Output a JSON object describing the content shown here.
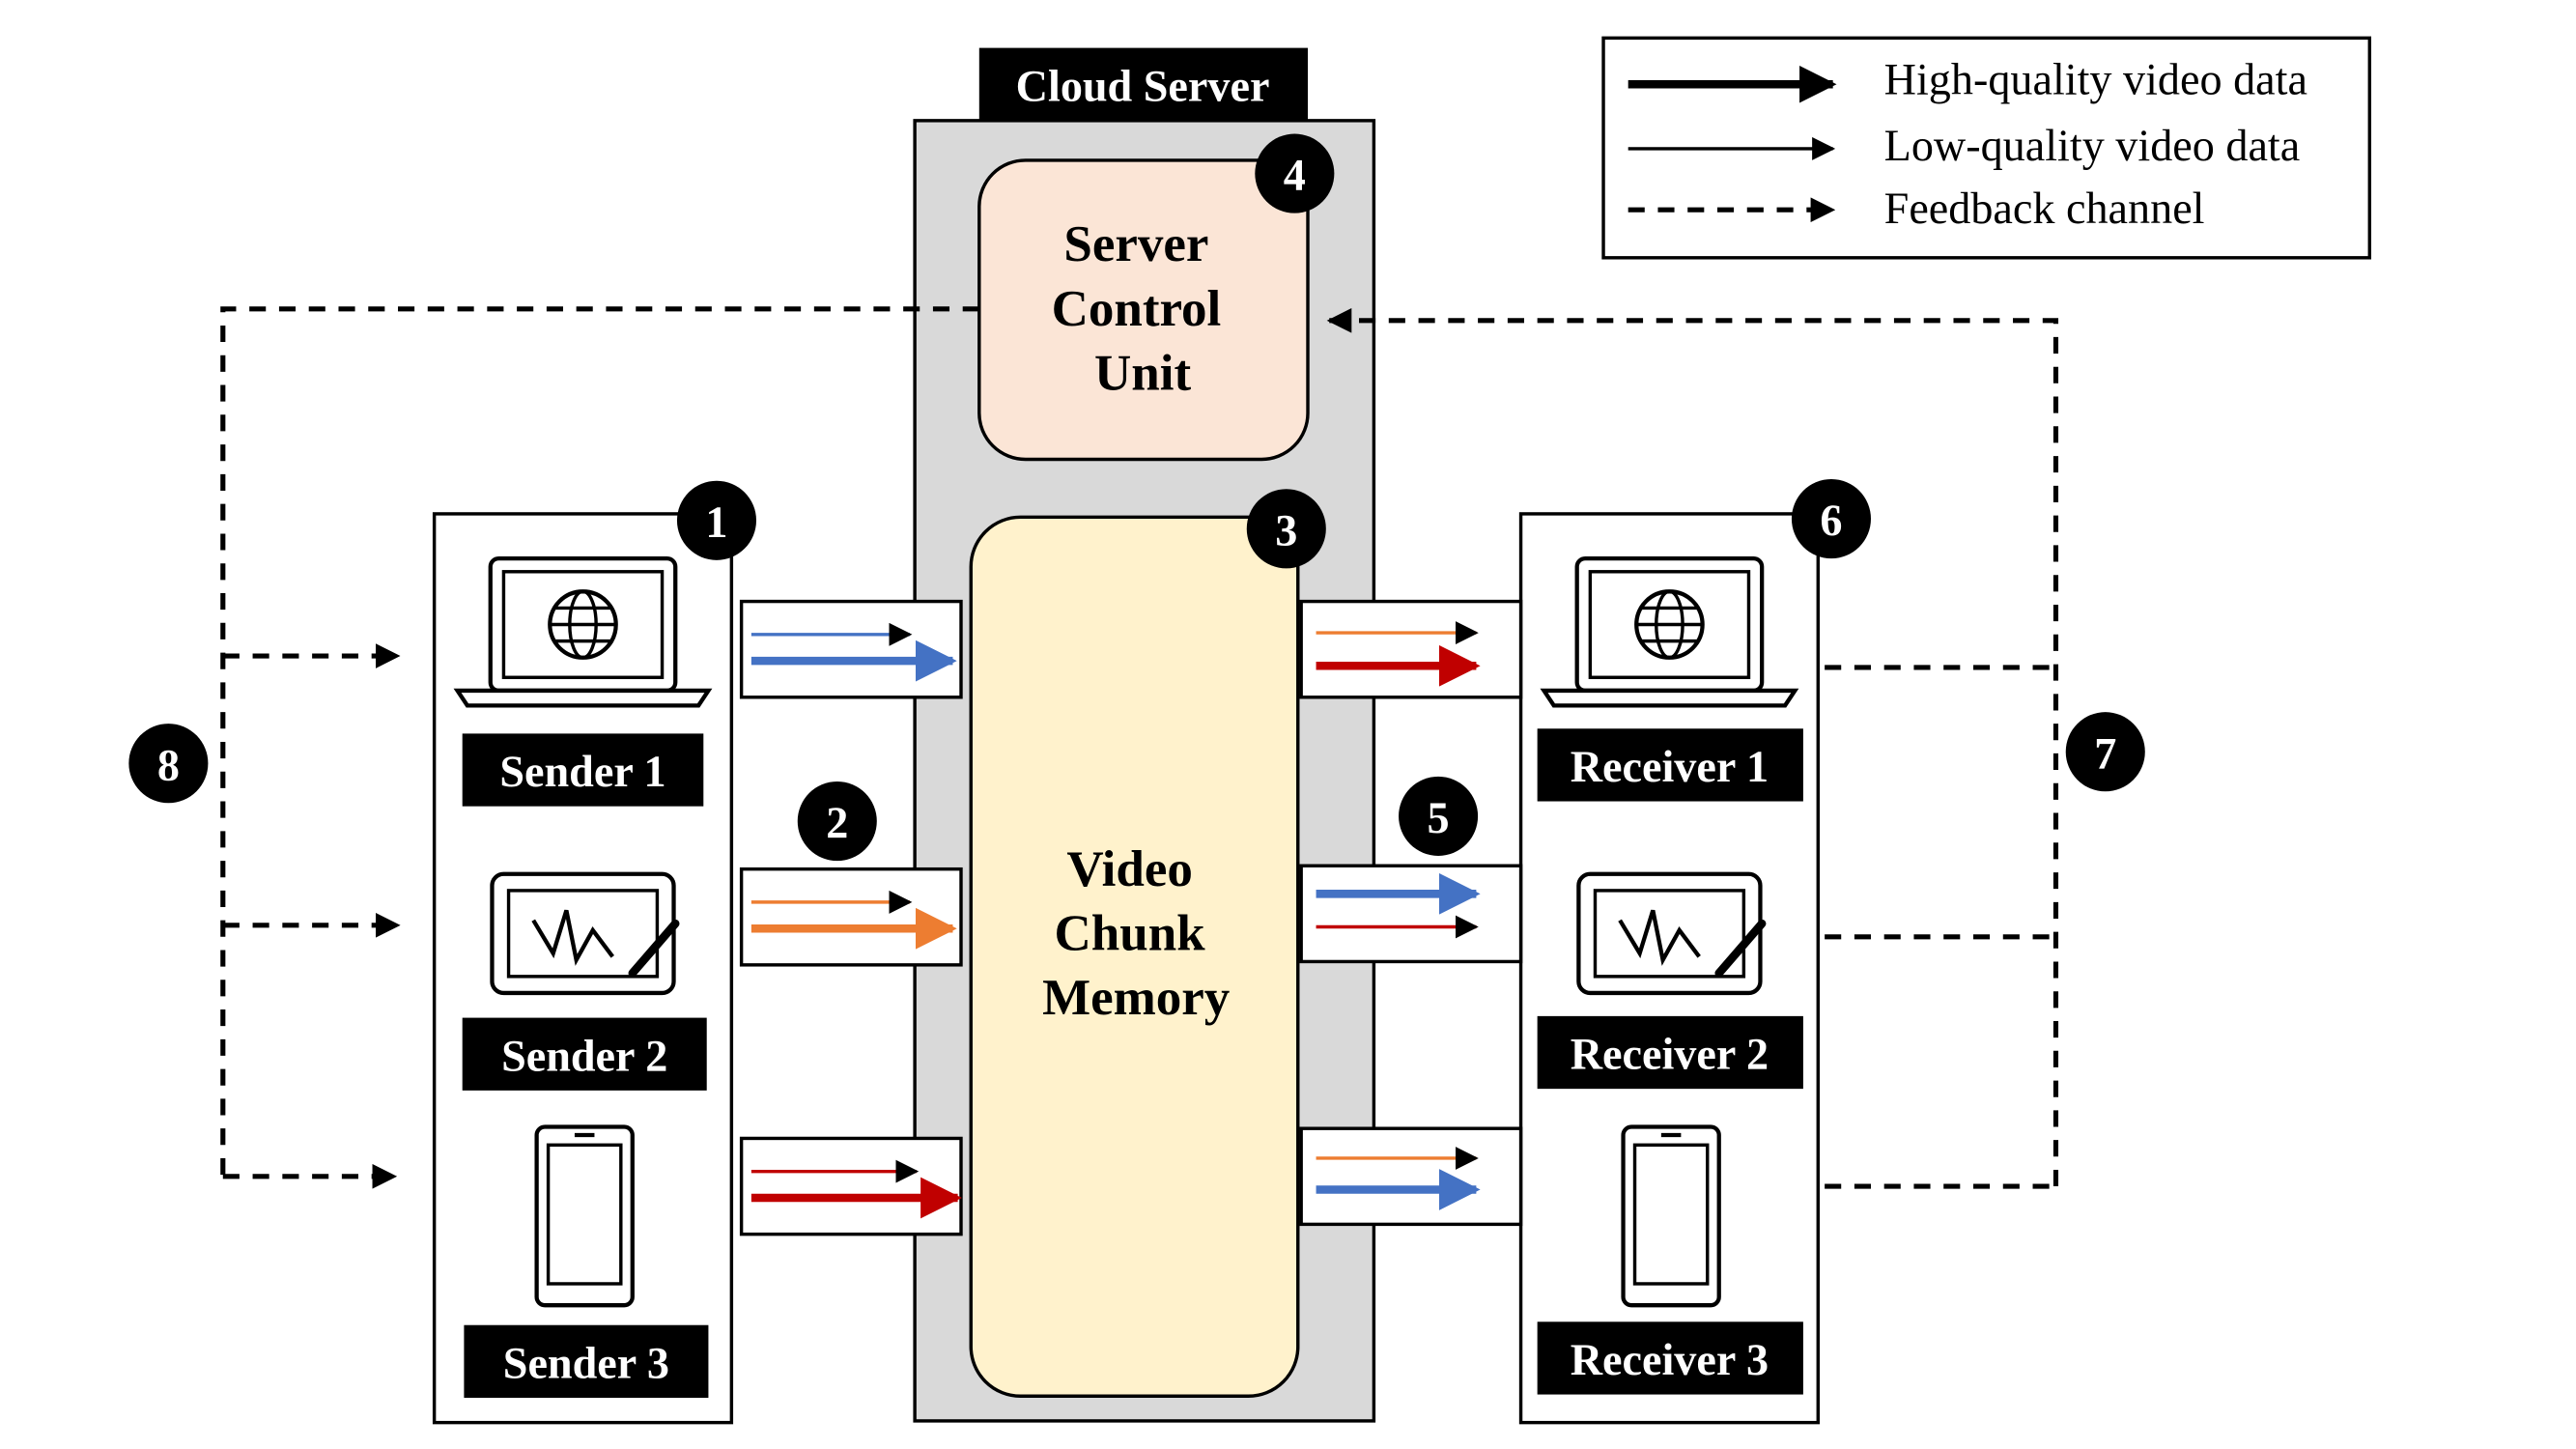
{
  "legend": {
    "high_quality": "High-quality video data",
    "low_quality": "Low-quality video data",
    "feedback": "Feedback channel"
  },
  "cloud": {
    "title": "Cloud Server",
    "control_unit": [
      "Server",
      "Control",
      "Unit"
    ],
    "memory": [
      "Video",
      "Chunk",
      "Memory"
    ]
  },
  "senders": [
    {
      "label": "Sender 1",
      "icon": "laptop-globe-icon"
    },
    {
      "label": "Sender 2",
      "icon": "tablet-drawing-icon"
    },
    {
      "label": "Sender 3",
      "icon": "smartphone-icon"
    }
  ],
  "receivers": [
    {
      "label": "Receiver 1",
      "icon": "laptop-globe-icon"
    },
    {
      "label": "Receiver 2",
      "icon": "tablet-drawing-icon"
    },
    {
      "label": "Receiver 3",
      "icon": "smartphone-icon"
    }
  ],
  "badges": [
    "1",
    "2",
    "3",
    "4",
    "5",
    "6",
    "7",
    "8"
  ],
  "colors": {
    "blue": "#4472c4",
    "orange": "#ed7d31",
    "red": "#c00000",
    "server_gray": "#d9d9d9",
    "control_fill": "#fbe5d6",
    "memory_fill": "#fff2cc",
    "label_bg": "#000000"
  },
  "upload_streams": [
    {
      "sender": "Sender 1",
      "low": "blue",
      "high": "blue"
    },
    {
      "sender": "Sender 2",
      "low": "orange",
      "high": "orange"
    },
    {
      "sender": "Sender 3",
      "low": "red",
      "high": "red"
    }
  ],
  "download_streams": [
    {
      "receiver": "Receiver 1",
      "low": "orange",
      "high": "red"
    },
    {
      "receiver": "Receiver 2",
      "high": "blue",
      "low": "red"
    },
    {
      "receiver": "Receiver 3",
      "low": "orange",
      "high": "blue"
    }
  ]
}
